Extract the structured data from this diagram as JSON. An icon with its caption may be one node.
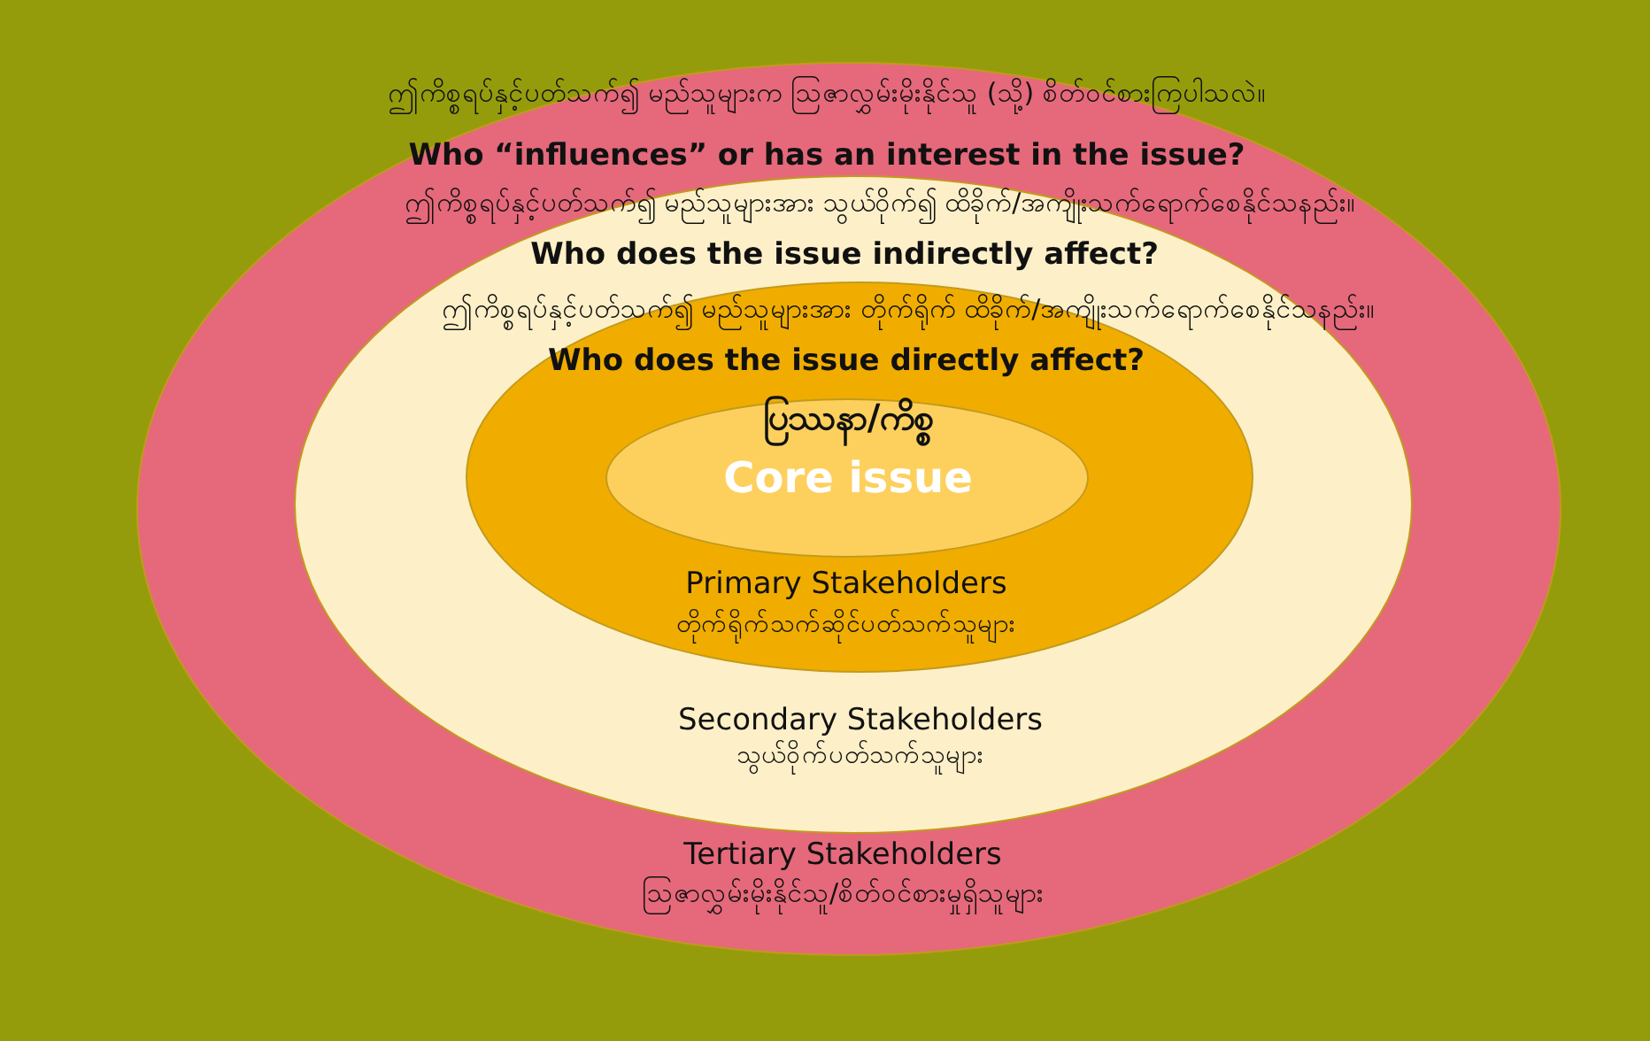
{
  "diagram": {
    "nodes": [
      {
        "text": [
          "ဤကိစ္စရပ်နှင့်ပတ်သက်၍ မည်သူများက ဩဇာလွှမ်းမိုးနိုင်သူ (သို့) စိတ်ဝင်စားကြပါသလဲ။",
          "Who “influences” or has an interest in the issue?",
          "Tertiary Stakeholders",
          "ဩဇာလွှမ်းမိုးနိုင်သူ/စိတ်ဝင်စားမှုရှိသူများ"
        ]
      },
      {
        "text": [
          "ဤကိစ္စရပ်နှင့်ပတ်သက်၍ မည်သူများအား သွယ်ဝိုက်၍ ထိခိုက်/အကျိုးသက်ရောက်စေနိုင်သနည်း။",
          "Who does the issue indirectly affect?",
          "Secondary Stakeholders",
          "သွယ်ဝိုက်ပတ်သက်သူများ"
        ],
        "in": 0
      },
      {
        "text": [
          "ဤကိစ္စရပ်နှင့်ပတ်သက်၍ မည်သူများအား တိုက်ရိုက် ထိခိုက်/အကျိုးသက်ရောက်စေနိုင်သနည်း။",
          "Who does the issue directly affect?",
          "Primary Stakeholders",
          "တိုက်ရိုက်သက်ဆိုင်ပတ်သက်သူများ"
        ],
        "in": 1
      },
      {
        "text": [
          "ပြဿနာ/ကိစ္စ",
          "Core issue"
        ],
        "in": 2
      }
    ],
    "edges": []
  }
}
